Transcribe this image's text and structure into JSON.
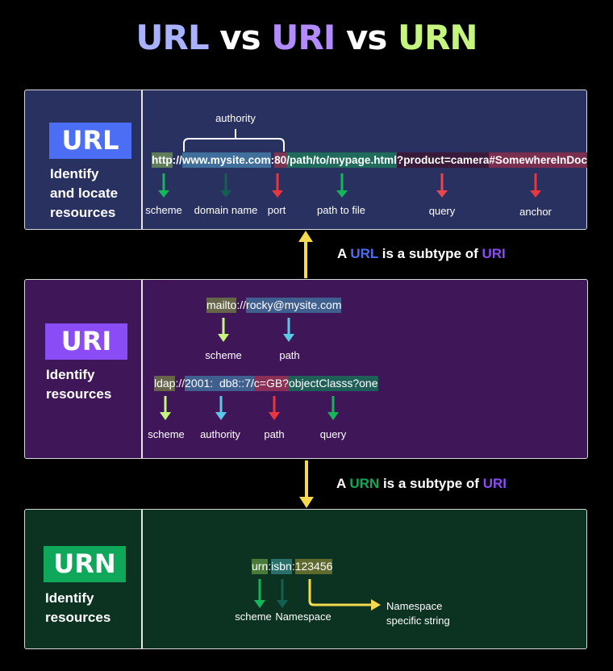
{
  "title": {
    "p1": "URL",
    "p2": " vs ",
    "p3": "URI",
    "p4": " vs ",
    "p5": "URN"
  },
  "colors": {
    "url": "#4c6ef5",
    "uri": "#8a4cf5",
    "urn": "#0fa75a",
    "title_url": "#a9b2ff",
    "title_uri": "#b38bff",
    "title_urn": "#c5f57e",
    "yellow": "#f5d94e"
  },
  "url": {
    "badge": "URL",
    "desc1": "Identify",
    "desc2": "and locate",
    "desc3": "resources",
    "authority": "authority",
    "segments": [
      {
        "t": "http",
        "bg": "#5f7d5a"
      },
      {
        "t": "://",
        "bg": ""
      },
      {
        "t": "www.mysite.com",
        "bg": "#3f6f9a"
      },
      {
        "t": ":",
        "bg": ""
      },
      {
        "t": "80",
        "bg": "#7a3552"
      },
      {
        "t": "/path/to/mypage.html",
        "bg": "#1f6b5c"
      },
      {
        "t": "?product=camera",
        "bg": "#3a1a3a"
      },
      {
        "t": "#SomewhereInDoc",
        "bg": "#7a2f50"
      }
    ],
    "labels": [
      "scheme",
      "domain name",
      "port",
      "path to file",
      "query",
      "anchor"
    ]
  },
  "rel1": {
    "a": "A ",
    "b": "URL",
    "c": " is a subtype of ",
    "d": "URI"
  },
  "uri": {
    "badge": "URI",
    "desc1": "Identify",
    "desc2": "resources",
    "ex1": [
      {
        "t": "mailto",
        "bg": "#66654a"
      },
      {
        "t": "://",
        "bg": ""
      },
      {
        "t": "rocky@mysite.com",
        "bg": "#3f5f8f"
      }
    ],
    "ex1_labels": [
      "scheme",
      "path"
    ],
    "ex2": [
      {
        "t": "ldap",
        "bg": "#66654a"
      },
      {
        "t": "://",
        "bg": ""
      },
      {
        "t": "2001:  db8::7/",
        "bg": "#3f5f8f"
      },
      {
        "t": "c=GB?",
        "bg": "#8a2f55"
      },
      {
        "t": "objectClasss?one",
        "bg": "#1f5f57"
      }
    ],
    "ex2_labels": [
      "scheme",
      "authority",
      "path",
      "query"
    ]
  },
  "rel2": {
    "a": "A ",
    "b": "URN",
    "c": " is a subtype of ",
    "d": "URI"
  },
  "urn": {
    "badge": "URN",
    "desc1": "Identify",
    "desc2": "resources",
    "segments": [
      {
        "t": "urn",
        "bg": "#4a7a3a"
      },
      {
        "t": ":",
        "bg": ""
      },
      {
        "t": "isbn",
        "bg": "#2a6f6a"
      },
      {
        "t": ":",
        "bg": ""
      },
      {
        "t": "123456",
        "bg": "#5f6a2f"
      }
    ],
    "labels": [
      "scheme",
      "Namespace"
    ],
    "nss1": "Namespace",
    "nss2": "specific string"
  }
}
